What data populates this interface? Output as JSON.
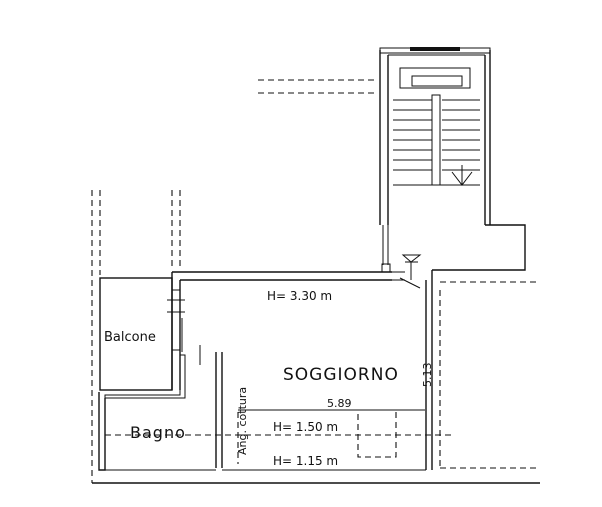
{
  "labels": {
    "height_main": "H= 3.30 m",
    "room_soggiorno": "SOGGIORNO",
    "room_balcone": "Balcone",
    "room_bagno": "Bagno",
    "ang_cottura": "Ang. cottura",
    "dim_589": "5.89",
    "dim_513": "5.13",
    "height_150": "H= 1.50 m",
    "height_115": "H= 1.15 m"
  }
}
